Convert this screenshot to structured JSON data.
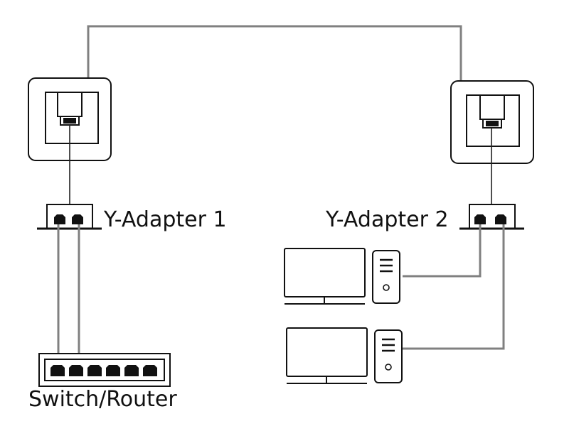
{
  "labels": {
    "y_adapter_1": "Y-Adapter 1",
    "y_adapter_2": "Y-Adapter 2",
    "switch_router": "Switch/Router"
  },
  "colors": {
    "cable": "#808080",
    "outline": "#111111",
    "background": "#ffffff"
  },
  "icons": {
    "wall_socket": "ethernet-wall-socket-icon",
    "y_adapter": "ethernet-y-adapter-icon",
    "switch": "network-switch-icon",
    "computer": "desktop-computer-icon"
  }
}
